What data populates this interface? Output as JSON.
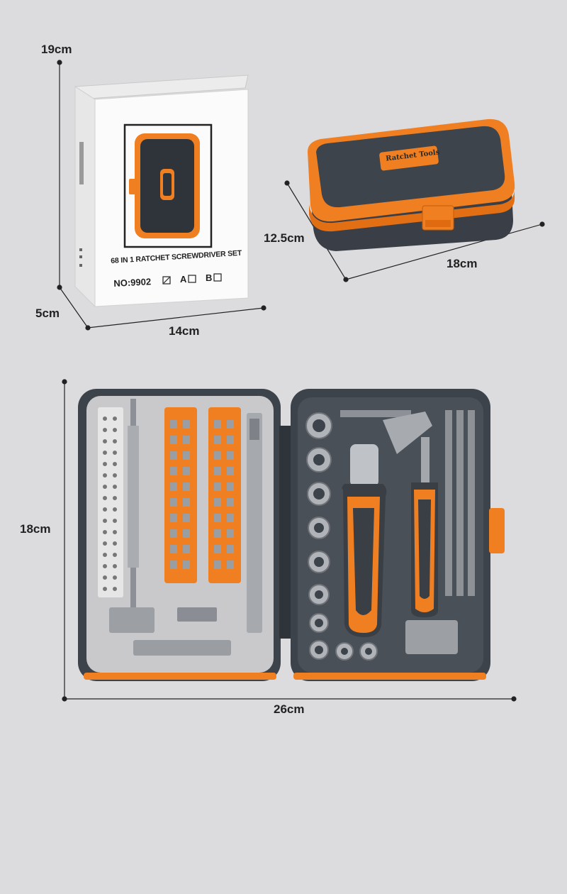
{
  "retail_box": {
    "height_label": "19cm",
    "depth_label": "5cm",
    "width_label": "14cm",
    "product_title": "68 IN 1 RATCHET SCREWDRIVER SET",
    "model_line": "NO:9902",
    "option_a": "A",
    "option_b": "B",
    "model_checked": true
  },
  "closed_case": {
    "depth_label": "12.5cm",
    "width_label": "18cm",
    "brand_badge": "Ratchet Tools"
  },
  "open_case": {
    "height_label": "18cm",
    "width_label": "26cm"
  },
  "colors": {
    "background": "#dcdcde",
    "accent_orange": "#f07f22",
    "case_dark": "#3d434b",
    "tray_grey": "#c9c9cb"
  }
}
